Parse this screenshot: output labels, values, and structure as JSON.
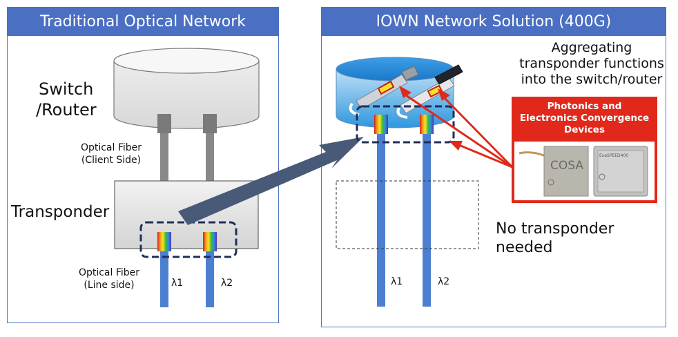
{
  "left_panel": {
    "title": "Traditional Optical Network",
    "switch_label_1": "Switch",
    "switch_label_2": "/Router",
    "fiber_client_1": "Optical Fiber",
    "fiber_client_2": "(Client Side)",
    "transponder_label": "Transponder",
    "fiber_line_1": "Optical Fiber",
    "fiber_line_2": "(Line side)",
    "lambda1": "λ1",
    "lambda2": "λ2"
  },
  "right_panel": {
    "title": "IOWN Network Solution (400G)",
    "aggregating_1": "Aggregating",
    "aggregating_2": "transponder functions",
    "aggregating_3": "into the switch/router",
    "device_box_1": "Photonics and",
    "device_box_2": "Electronics Convergence",
    "device_box_3": "Devices",
    "chip_label_cosa": "COSA",
    "chip_label_exa": "ExaSPEED400",
    "no_transponder_1": "No transponder",
    "no_transponder_2": "needed",
    "lambda1": "λ1",
    "lambda2": "λ2"
  },
  "colors": {
    "header_blue": "#4a6fc3",
    "fiber_blue": "#4d7fd1",
    "dash_navy": "#1f2d5a",
    "arrow_gray": "#485a78",
    "red_accent": "#e0291a"
  }
}
